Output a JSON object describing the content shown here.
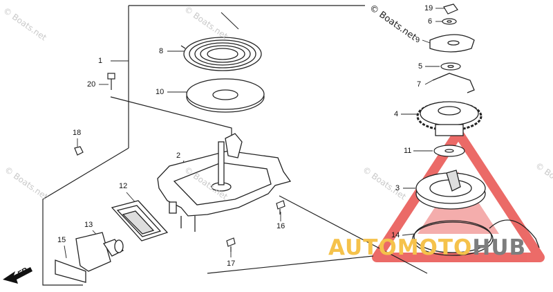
{
  "watermark": {
    "site": "© Boats.net",
    "top_site": "© Boats.net"
  },
  "brand": {
    "part1": "AUTOMOTO",
    "part2": "HUB",
    "color_part1": "#f5c24b",
    "color_part2": "#7d7d7d",
    "logo_color": "#e53935"
  },
  "direction_label": "FR.",
  "callouts": [
    "1",
    "2",
    "3",
    "4",
    "5",
    "6",
    "7",
    "8",
    "9",
    "10",
    "11",
    "12",
    "13",
    "14",
    "15",
    "16",
    "17",
    "18",
    "19",
    "20"
  ]
}
